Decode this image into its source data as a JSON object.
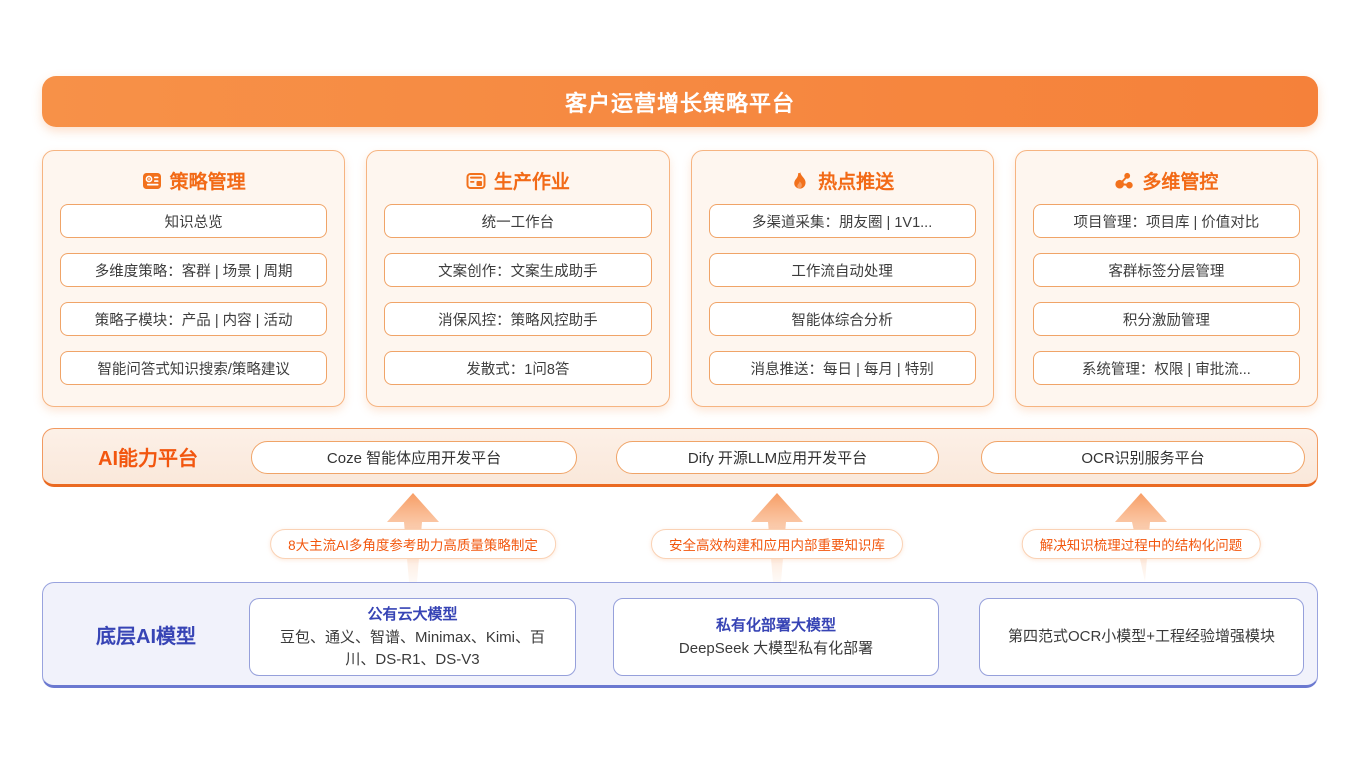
{
  "banner": {
    "title": "客户运营增长策略平台"
  },
  "columns": [
    {
      "title": "策略管理",
      "icon": "strategy-icon",
      "items": [
        "知识总览",
        "多维度策略：客群 | 场景 | 周期",
        "策略子模块：产品 | 内容 | 活动",
        "智能问答式知识搜索/策略建议"
      ]
    },
    {
      "title": "生产作业",
      "icon": "production-icon",
      "items": [
        "统一工作台",
        "文案创作：文案生成助手",
        "消保风控：策略风控助手",
        "发散式：1问8答"
      ]
    },
    {
      "title": "热点推送",
      "icon": "flame-icon",
      "items": [
        "多渠道采集：朋友圈 | 1V1...",
        "工作流自动处理",
        "智能体综合分析",
        "消息推送：每日 | 每月 | 特别"
      ]
    },
    {
      "title": "多维管控",
      "icon": "network-icon",
      "items": [
        "项目管理：项目库 | 价值对比",
        "客群标签分层管理",
        "积分激励管理",
        "系统管理：权限 | 审批流..."
      ]
    }
  ],
  "ai_platform": {
    "label": "AI能力平台",
    "items": [
      "Coze 智能体应用开发平台",
      "Dify 开源LLM应用开发平台",
      "OCR识别服务平台"
    ]
  },
  "arrows": [
    "8大主流AI多角度参考助力高质量策略制定",
    "安全高效构建和应用内部重要知识库",
    "解决知识梳理过程中的结构化问题"
  ],
  "base_models": {
    "label": "底层AI模型",
    "boxes": [
      {
        "title": "公有云大模型",
        "body": "豆包、通义、智谱、Minimax、Kimi、百川、DS-R1、DS-V3"
      },
      {
        "title": "私有化部署大模型",
        "body": "DeepSeek 大模型私有化部署"
      },
      {
        "title": "",
        "body": "第四范式OCR小模型+工程经验增强模块"
      }
    ]
  },
  "colors": {
    "accent_orange": "#F2711C",
    "banner_orange": "#F5813A",
    "light_orange_bg": "#FEF6EF",
    "accent_blue": "#3744B5",
    "light_blue_bg": "#F1F2FB"
  }
}
